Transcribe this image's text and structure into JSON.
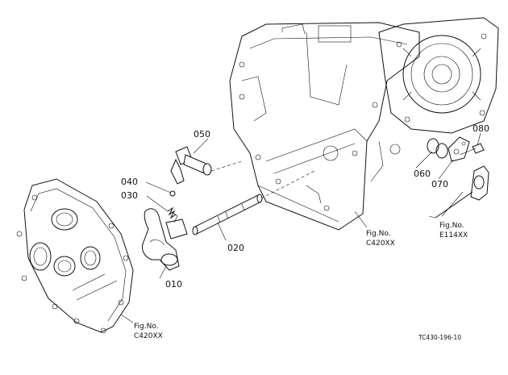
{
  "diagram": {
    "parts": [
      {
        "id": "p010",
        "label": "010"
      },
      {
        "id": "p020",
        "label": "020"
      },
      {
        "id": "p030",
        "label": "030"
      },
      {
        "id": "p040",
        "label": "040"
      },
      {
        "id": "p050",
        "label": "050"
      },
      {
        "id": "p060",
        "label": "060"
      },
      {
        "id": "p070",
        "label": "070"
      },
      {
        "id": "p080",
        "label": "080"
      }
    ],
    "references": [
      {
        "line1": "Fig.No.",
        "line2": "C420XX"
      },
      {
        "line1": "Fig.No.",
        "line2": "C420XX"
      },
      {
        "line1": "Fig.No.",
        "line2": "E114XX"
      }
    ],
    "drawing_code": "TC430-196-10"
  }
}
